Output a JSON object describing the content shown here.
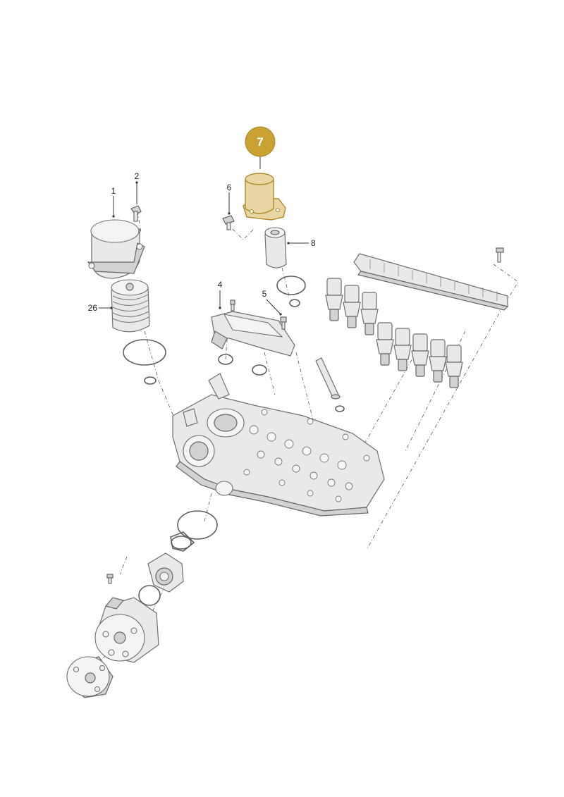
{
  "diagram": {
    "highlight_color": "#c9a233",
    "highlighted_part": "7",
    "callouts": {
      "c1": "1",
      "c2": "2",
      "c4": "4",
      "c5": "5",
      "c6": "6",
      "c7": "7",
      "c8": "8",
      "c26": "26"
    }
  }
}
